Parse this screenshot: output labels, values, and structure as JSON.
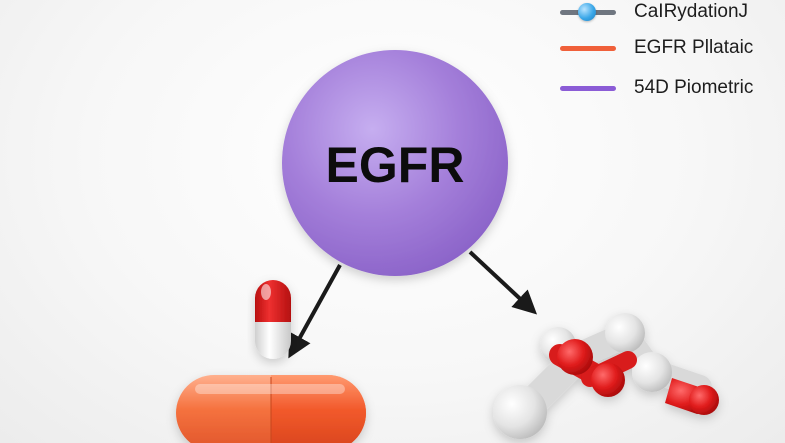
{
  "node": {
    "label": "EGFR",
    "color": "#a47fda"
  },
  "legend": {
    "items": [
      {
        "label": "CaIRydationJ",
        "color": "#6f7680",
        "marker": "blue-dot",
        "marker_color": "#3aa7e8"
      },
      {
        "label": "EGFR Pllataic",
        "color": "#f0603a"
      },
      {
        "label": "54D Piometric",
        "color": "#8b5cd6"
      }
    ]
  },
  "colors": {
    "capsule_orange": "#f26a3c",
    "capsule_red": "#d91e1e",
    "capsule_white": "#f2f2f2",
    "arrow": "#1a1a1a"
  },
  "icons": [
    "pill-capsule-icon",
    "small-capsule-icon",
    "molecule-icon",
    "arrow-icon"
  ]
}
